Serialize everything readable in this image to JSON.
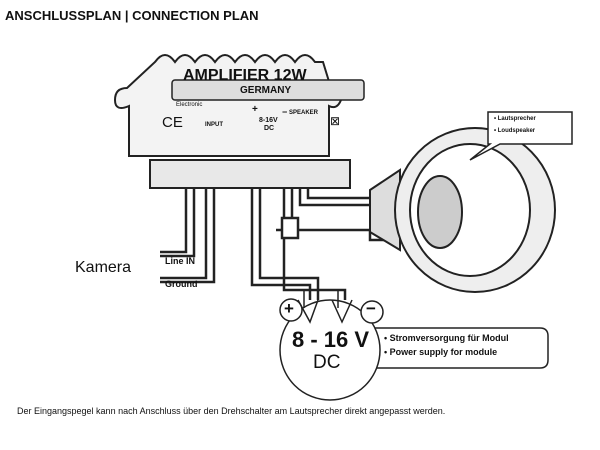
{
  "title": "ANSCHLUSSPLAN | CONNECTION PLAN",
  "module": {
    "name": "AMPLIFIER 12W",
    "origin": "GERMANY",
    "brand": "Electronic",
    "ce_mark": "CE",
    "input_label": "INPUT",
    "plus": "+",
    "voltage_label": "8-16V",
    "dc_label": "DC",
    "minus": "−",
    "speaker_label": "SPEAKER"
  },
  "speaker_callout": [
    "• Lautsprecher",
    "• Loudspeaker"
  ],
  "wires": {
    "line_in": "Line IN",
    "ground": "Ground"
  },
  "camera_label": "Kamera",
  "power": {
    "plus": "+",
    "minus": "−",
    "voltage": "8 - 16 V",
    "dc": "DC",
    "desc": [
      "• Stromversorgung für Modul",
      "• Power supply for module"
    ]
  },
  "footer": "Der Eingangspegel kann nach Anschluss über den Drehschalter am Lautsprecher direkt angepasst werden."
}
